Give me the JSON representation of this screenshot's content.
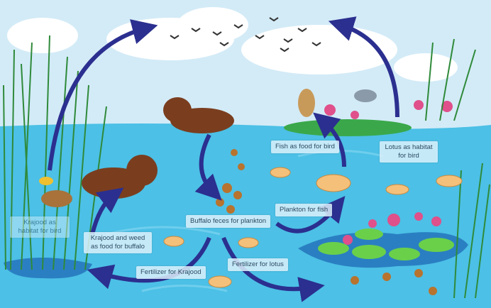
{
  "labels": {
    "krajood_habitat": "Krajood as habitat for bird",
    "krajood_food": "Krajood and weed as food for buffalo",
    "buffalo_feces": "Buffalo feces for plankton",
    "fertilizer_krajood": "Fertilizer for Krajood",
    "fertilizer_lotus": "Fertilizer for lotus",
    "plankton_fish": "Plankton for fish",
    "fish_bird": "Fish as food for bird",
    "lotus_habitat": "Lotus as habitat for bird"
  },
  "colors": {
    "sky": "#d3ebf7",
    "water": "#4cc0e6",
    "arrow": "#2b2f8f",
    "reed": "#2f8a3a",
    "lotus": "#e0508a"
  }
}
